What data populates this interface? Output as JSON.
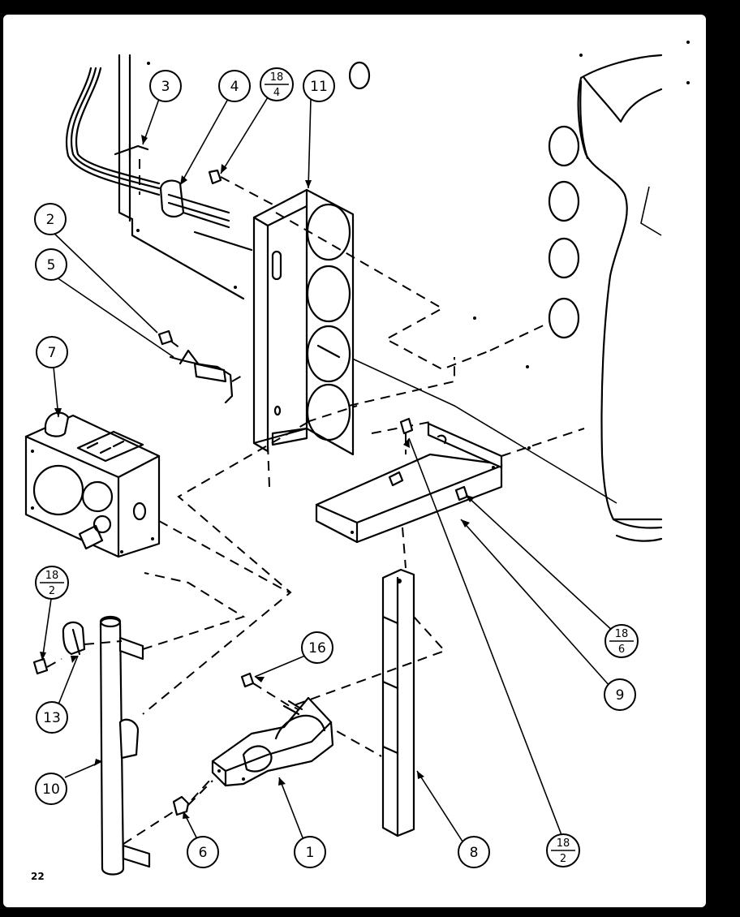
{
  "page_number": "22",
  "callouts": [
    {
      "id": "c1",
      "label": "1"
    },
    {
      "id": "c2",
      "label": "2"
    },
    {
      "id": "c3",
      "label": "3"
    },
    {
      "id": "c4",
      "label": "4"
    },
    {
      "id": "c5",
      "label": "5"
    },
    {
      "id": "c6",
      "label": "6"
    },
    {
      "id": "c7",
      "label": "7"
    },
    {
      "id": "c8",
      "label": "8"
    },
    {
      "id": "c9",
      "label": "9"
    },
    {
      "id": "c10",
      "label": "10"
    },
    {
      "id": "c11",
      "label": "11"
    },
    {
      "id": "c13",
      "label": "13"
    },
    {
      "id": "c16",
      "label": "16"
    }
  ],
  "fraction_callouts": [
    {
      "id": "f18-4",
      "top": "18",
      "bottom": "4"
    },
    {
      "id": "f18-2-left",
      "top": "18",
      "bottom": "2"
    },
    {
      "id": "f18-6",
      "top": "18",
      "bottom": "6"
    },
    {
      "id": "f18-2-bottom",
      "top": "18",
      "bottom": "2"
    }
  ]
}
